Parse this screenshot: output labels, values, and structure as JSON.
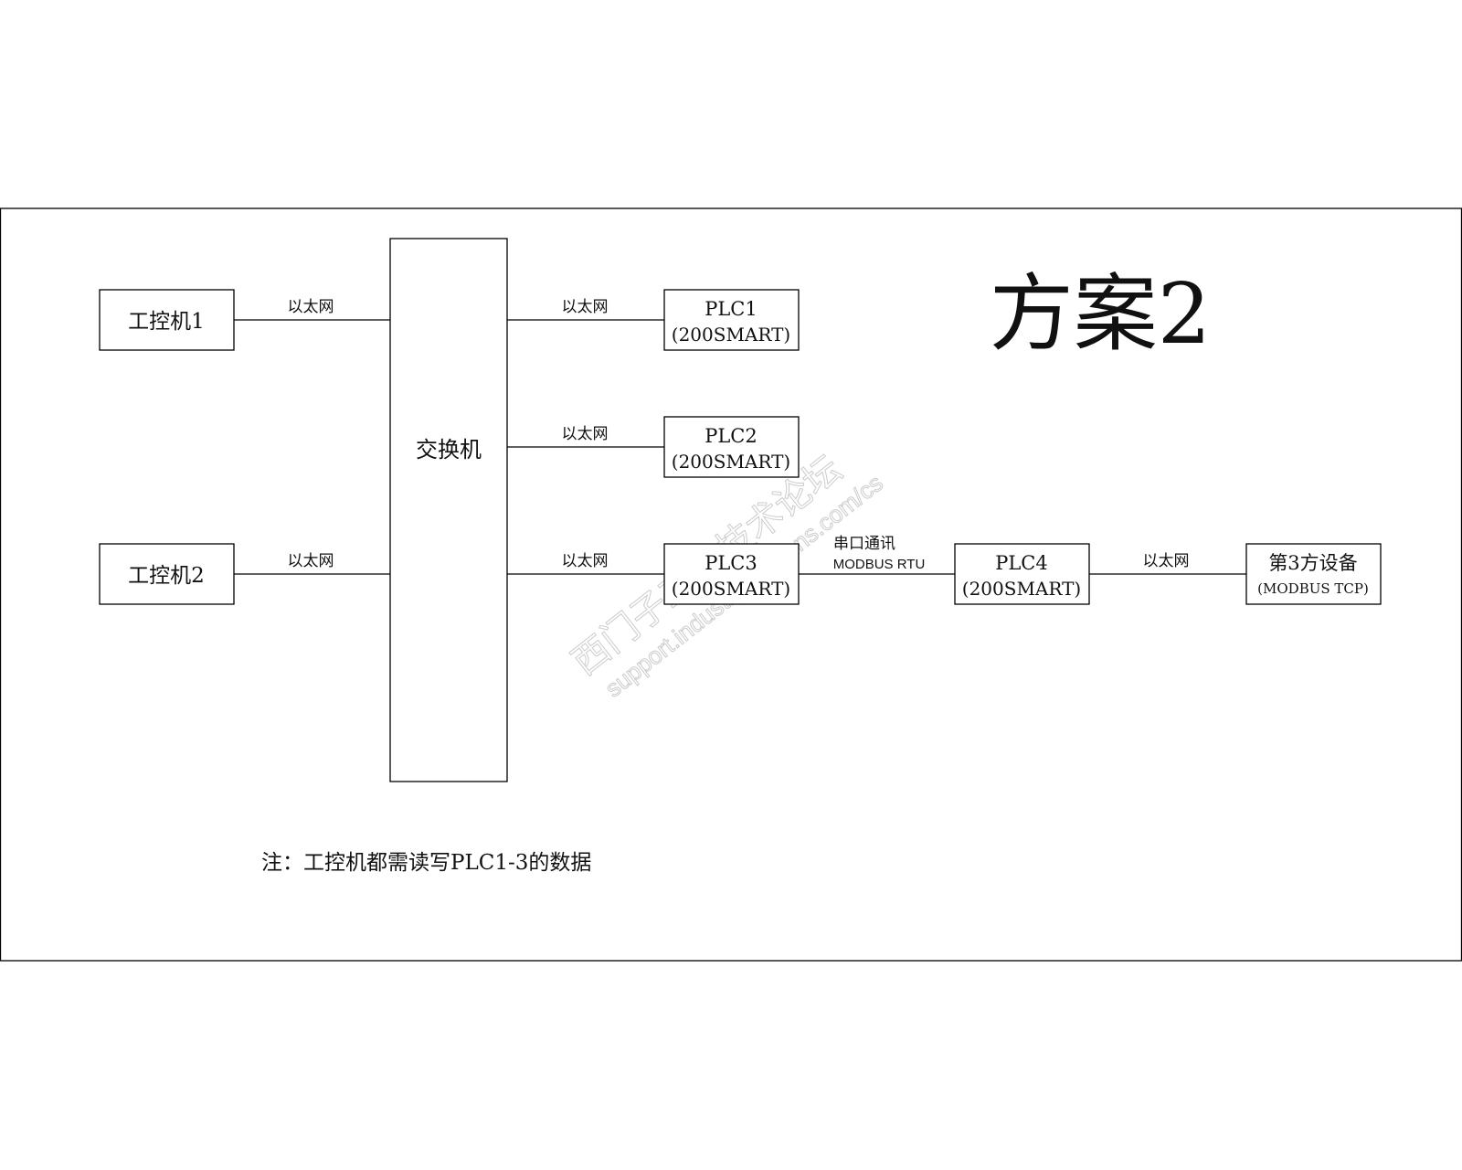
{
  "title": "方案2",
  "nodes": {
    "ipc1": "工控机1",
    "ipc2": "工控机2",
    "switch": "交换机",
    "plc1": {
      "name": "PLC1",
      "model": "(200SMART)"
    },
    "plc2": {
      "name": "PLC2",
      "model": "(200SMART)"
    },
    "plc3": {
      "name": "PLC3",
      "model": "(200SMART)"
    },
    "plc4": {
      "name": "PLC4",
      "model": "(200SMART)"
    },
    "third_party": {
      "name": "第3方设备",
      "protocol": "(MODBUS TCP)"
    }
  },
  "links": {
    "ethernet": "以太网",
    "serial": "串口通讯",
    "serial_protocol": "MODBUS RTU"
  },
  "note": "注：工控机都需读写PLC1-3的数据",
  "watermark": {
    "cn": "西门子工业技术论坛",
    "url": "support.industry.siemens.com/cs"
  }
}
